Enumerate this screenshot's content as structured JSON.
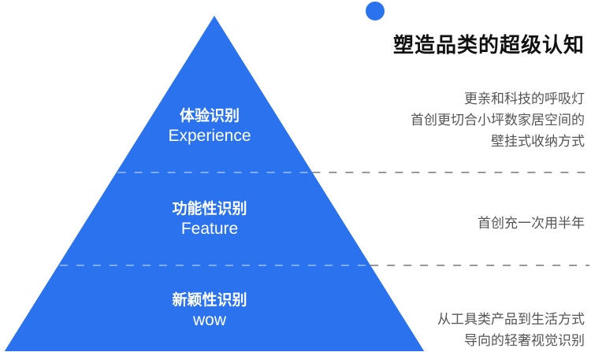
{
  "colors": {
    "accent": "#2A72EE",
    "title": "#111111",
    "description": "#555555",
    "divider_on_pyramid": "#9CC0F7",
    "divider_outside": "#777777"
  },
  "title": "塑造品类的超级认知",
  "layers": [
    {
      "label_zh": "体验识别",
      "label_en": "Experience",
      "description": [
        "更亲和科技的呼吸灯",
        "首创更切合小坪数家居空间的",
        "壁挂式收纳方式"
      ]
    },
    {
      "label_zh": "功能性识别",
      "label_en": "Feature",
      "description": [
        "首创充一次用半年"
      ]
    },
    {
      "label_zh": "新颖性识别",
      "label_en": "wow",
      "description": [
        "从工具类产品到生活方式",
        "导向的轻奢视觉识别"
      ]
    }
  ]
}
